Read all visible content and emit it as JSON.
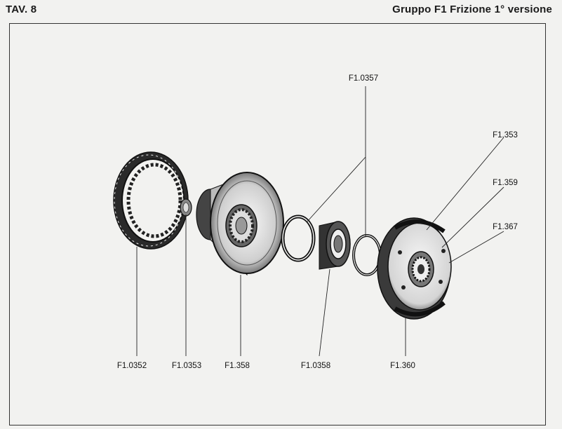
{
  "header": {
    "plate": "TAV. 8",
    "group_title": "Gruppo F1 Frizione 1° versione"
  },
  "labels": {
    "f1_0352": "F1.0352",
    "f1_0353": "F1.0353",
    "f1_358": "F1.358",
    "f1_0358": "F1.0358",
    "f1_360": "F1.360",
    "f1_0357": "F1.0357",
    "f1_353": "F1.353",
    "f1_359": "F1.359",
    "f1_367": "F1.367"
  },
  "colors": {
    "ink": "#1a1a1a",
    "paper": "#f2f2f0"
  }
}
